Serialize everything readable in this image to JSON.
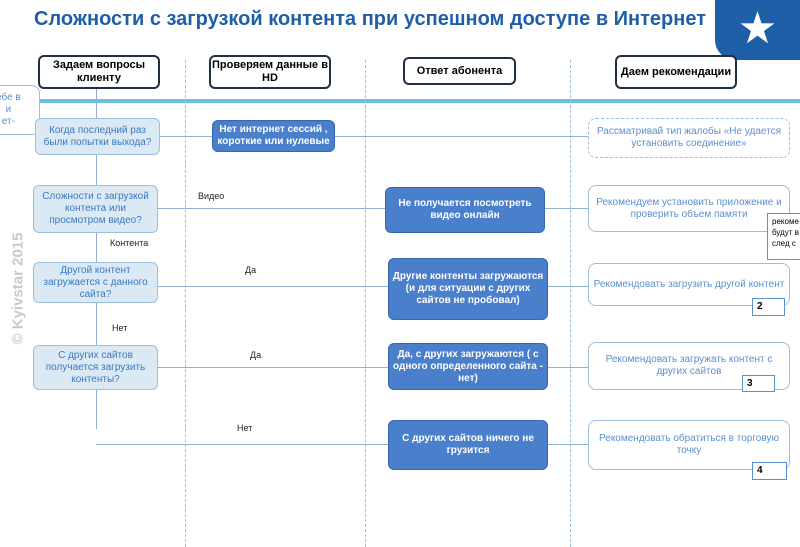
{
  "title": "Сложности с загрузкой контента при успешном доступе в Интернет",
  "headers": [
    "Задаем вопросы клиенту",
    "Проверяем данные в HD",
    "Ответ абонента",
    "Даем рекомендации"
  ],
  "left_note": "ебе в\nи\nет-",
  "questions": [
    "Когда последний раз были попытки выхода?",
    "Сложности с загрузкой контента или просмотром видео?",
    "Другой контент загружается с данного сайта?",
    "С других сайтов получается загрузить контенты?"
  ],
  "hd_check": "Нет интернет сессий , короткие или нулевые",
  "answers": [
    "Не получается посмотреть видео онлайн",
    "Другие контенты загружаются (и для ситуации с других сайтов не пробовал)",
    "Да, с других загружаются ( с одного определенного сайта - нет)",
    "С других сайтов ничего не грузится"
  ],
  "recommendations": [
    "Рассматривай тип жалобы «Не удается установить соединение»",
    "Рекомендуем установить приложение и проверить объем памяти",
    "Рекомендовать загрузить другой контент",
    "Рекомендовать загружать контент с других сайтов",
    "Рекомендовать обратиться в торговую точку"
  ],
  "side_note": "рекоме будут в след с",
  "numbers": [
    "2",
    "3",
    "4"
  ],
  "labels": {
    "video": "Видео",
    "content": "Контента",
    "yes1": "Да",
    "no1": "Нет",
    "yes2": "Да",
    "no2": "Нет"
  },
  "watermark": "© Kyivstar 2015"
}
